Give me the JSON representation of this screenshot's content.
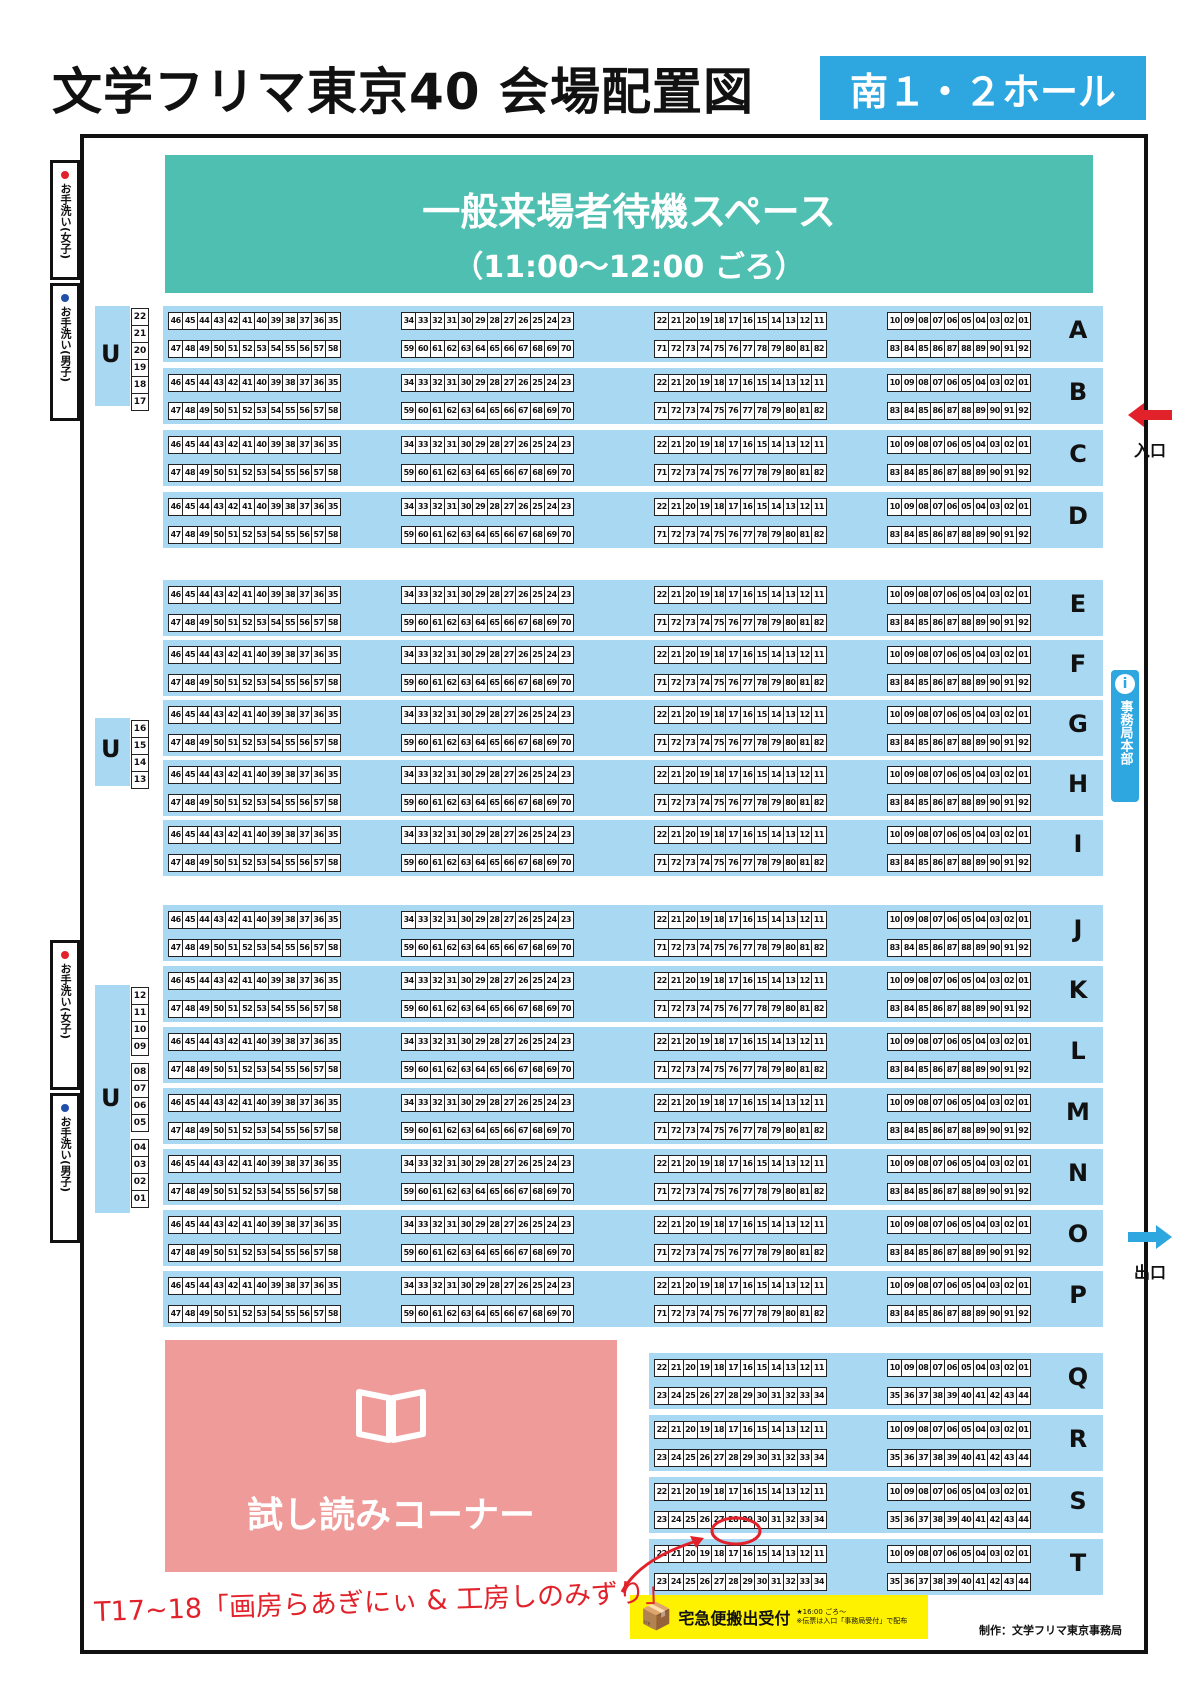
{
  "title": "文学フリマ東京40 会場配置図",
  "hall": "南１・２ホール",
  "waiting_area": {
    "line1": "一般来場者待機スペース",
    "line2": "（11:00〜12:00 ごろ）"
  },
  "restrooms": [
    {
      "label": "お手洗い(女子)",
      "color": "#e2222a"
    },
    {
      "label": "お手洗い(男子)",
      "color": "#1f4fa8"
    },
    {
      "label": "お手洗い(女子)",
      "color": "#e2222a"
    },
    {
      "label": "お手洗い(男子)",
      "color": "#1f4fa8"
    }
  ],
  "entrance": "入口",
  "exit": "出口",
  "info_desk": {
    "icon": "i",
    "label": "事務局本部"
  },
  "try_reading": {
    "label": "試し読みコーナー",
    "icon": "open-book-icon"
  },
  "delivery": {
    "label": "宅急便搬出受付",
    "note1": "★16:00 ごろ〜",
    "note2": "※伝票は入口「事務局受付」で配布"
  },
  "credit": "制作：文学フリマ東京事務局",
  "annotation": "T17~18「画房らあぎにぃ & 工房しのみずり」",
  "u_letter": "U",
  "u_groups": [
    {
      "numbers": [
        "22",
        "21",
        "20",
        "19",
        "18",
        "17"
      ]
    },
    {
      "numbers": [
        "16",
        "15",
        "14",
        "13"
      ]
    },
    {
      "numbers": [
        "12",
        "11",
        "10",
        "09",
        "08",
        "07",
        "06",
        "05",
        "04",
        "03",
        "02",
        "01"
      ]
    }
  ],
  "rows_standard": [
    "A",
    "B",
    "C",
    "D",
    "E",
    "F",
    "G",
    "H",
    "I",
    "J",
    "K",
    "L",
    "M",
    "N",
    "O",
    "P"
  ],
  "rows_short": [
    "Q",
    "R",
    "S",
    "T"
  ],
  "blocks_standard": {
    "top": [
      [
        "46",
        "45",
        "44",
        "43",
        "42",
        "41",
        "40",
        "39",
        "38",
        "37",
        "36",
        "35"
      ],
      [
        "34",
        "33",
        "32",
        "31",
        "30",
        "29",
        "28",
        "27",
        "26",
        "25",
        "24",
        "23"
      ],
      [
        "22",
        "21",
        "20",
        "19",
        "18",
        "17",
        "16",
        "15",
        "14",
        "13",
        "12",
        "11"
      ],
      [
        "10",
        "09",
        "08",
        "07",
        "06",
        "05",
        "04",
        "03",
        "02",
        "01"
      ]
    ],
    "bottom": [
      [
        "47",
        "48",
        "49",
        "50",
        "51",
        "52",
        "53",
        "54",
        "55",
        "56",
        "57",
        "58"
      ],
      [
        "59",
        "60",
        "61",
        "62",
        "63",
        "64",
        "65",
        "66",
        "67",
        "68",
        "69",
        "70"
      ],
      [
        "71",
        "72",
        "73",
        "74",
        "75",
        "76",
        "77",
        "78",
        "79",
        "80",
        "81",
        "82"
      ],
      [
        "83",
        "84",
        "85",
        "86",
        "87",
        "88",
        "89",
        "90",
        "91",
        "92"
      ]
    ]
  },
  "blocks_short": {
    "top": [
      [
        "22",
        "21",
        "20",
        "19",
        "18",
        "17",
        "16",
        "15",
        "14",
        "13",
        "12",
        "11"
      ],
      [
        "10",
        "09",
        "08",
        "07",
        "06",
        "05",
        "04",
        "03",
        "02",
        "01"
      ]
    ],
    "bottom": [
      [
        "23",
        "24",
        "25",
        "26",
        "27",
        "28",
        "29",
        "30",
        "31",
        "32",
        "33",
        "34"
      ],
      [
        "35",
        "36",
        "37",
        "38",
        "39",
        "40",
        "41",
        "42",
        "43",
        "44"
      ]
    ]
  },
  "colors": {
    "aisle_blue": "#a9d8f2",
    "waiting_teal": "#4fbfb1",
    "try_pink": "#ef9b99",
    "badge_blue": "#2ea6df",
    "delivery_yellow": "#fff200",
    "annotation_red": "#e2222a"
  }
}
